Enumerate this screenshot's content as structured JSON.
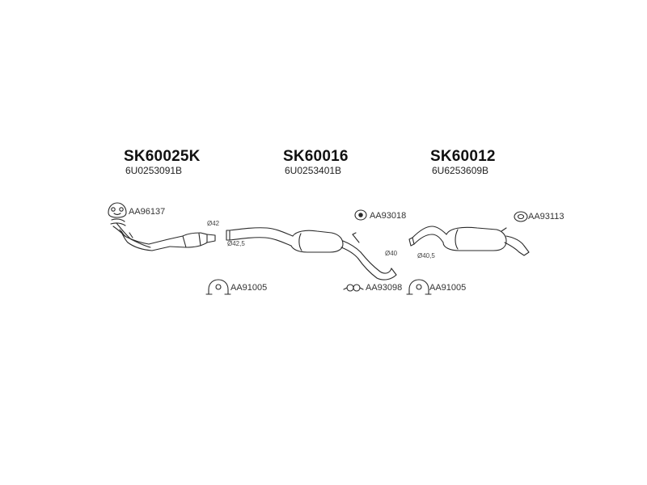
{
  "groups": [
    {
      "code": "SK60025K",
      "oe_number": "6U0253091B"
    },
    {
      "code": "SK60016",
      "oe_number": "6U0253401B"
    },
    {
      "code": "SK60012",
      "oe_number": "6U6253609B"
    }
  ],
  "parts": {
    "gasket": "AA96137",
    "hanger_mid": "AA93018",
    "hanger_rear": "AA93113",
    "clamp_front": "AA91005",
    "rubber_ring": "AA93098",
    "clamp_rear": "AA91005"
  },
  "dimensions": {
    "d42": "Ø42",
    "d42_5": "Ø42,5",
    "d40": "Ø40",
    "d40_5": "Ø40,5"
  }
}
